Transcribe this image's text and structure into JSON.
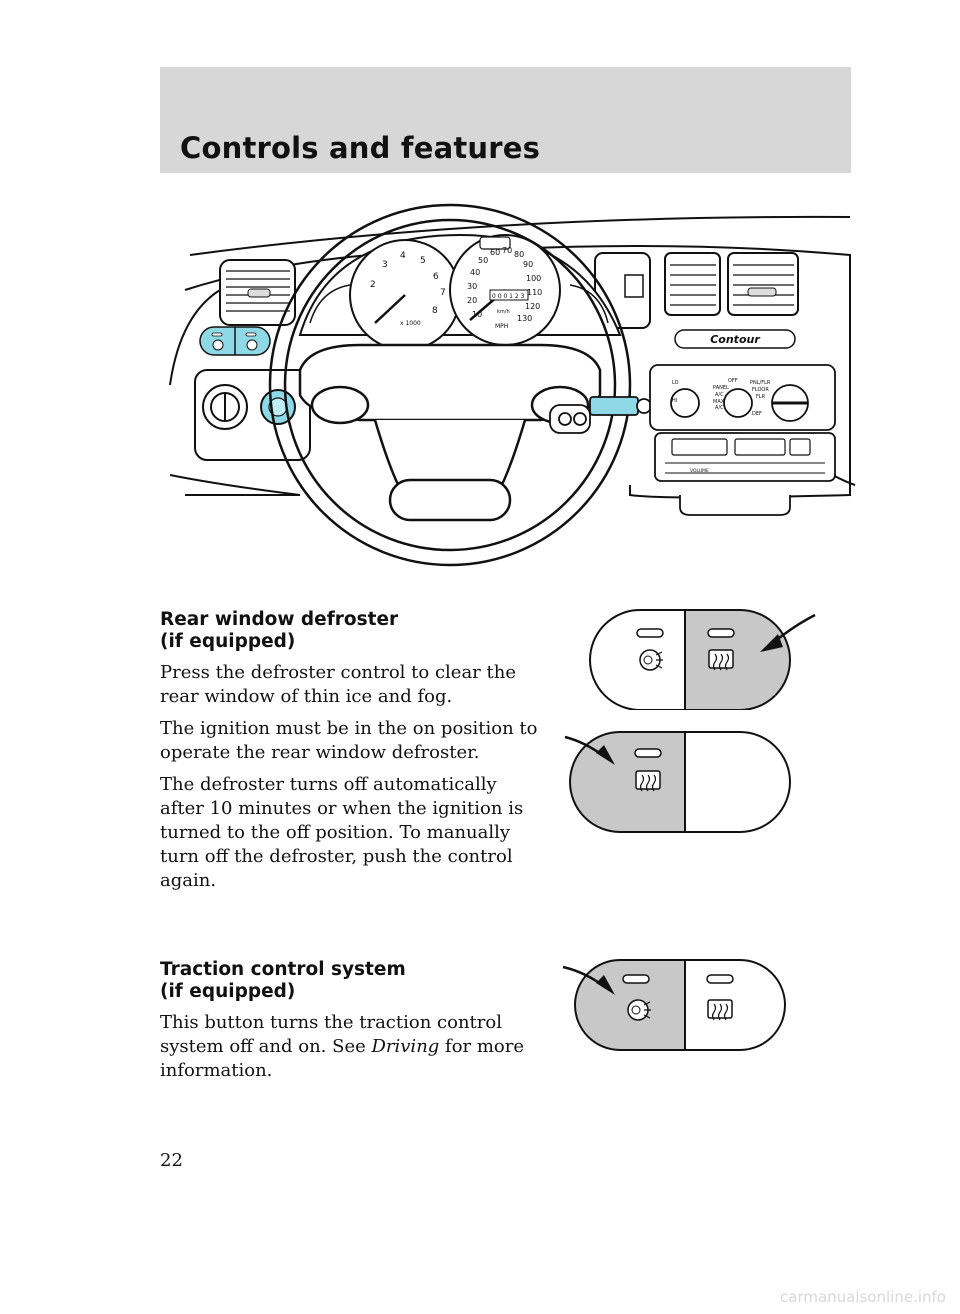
{
  "header": {
    "title": "Controls and features"
  },
  "dashboard": {
    "tach_unit": "x 1000",
    "speed_unit": "MPH",
    "kmh_unit": "km/h",
    "odometer": "0 0 0 1 2 3",
    "badge": "Contour",
    "tach_numbers": [
      "2",
      "3",
      "4",
      "5",
      "6",
      "7",
      "8"
    ],
    "speed_numbers": [
      "10",
      "20",
      "30",
      "40",
      "50",
      "60",
      "70",
      "80",
      "90",
      "100",
      "110",
      "120",
      "130"
    ],
    "climate_labels": {
      "lo": "LO",
      "hi": "HI",
      "off": "OFF",
      "panel": "PANEL",
      "ac": "A/C",
      "max": "MAX",
      "max_ac": "A/C",
      "pnl_flr": "PNL/FLR",
      "floor": "FLOOR",
      "flr": "FLR",
      "def": "DEF"
    },
    "radio_volume": "VOLUME"
  },
  "sections": {
    "defroster": {
      "title_line1": "Rear window defroster",
      "title_line2": "(if equipped)",
      "para1": "Press the defroster control to clear the rear window of thin ice and fog.",
      "para2": "The ignition must be in the on position to operate the rear window defroster.",
      "para3": "The defroster turns off automatically after 10 minutes or when the ignition is turned to the off position. To manually turn off the defroster, push the control again."
    },
    "traction": {
      "title_line1": "Traction control system",
      "title_line2": "(if equipped)",
      "para1_before": "This button turns the traction control system off and on.  See ",
      "para1_italic": "Driving",
      "para1_after": " for more information."
    }
  },
  "page_number": "22",
  "watermark": "carmanualsonline.info",
  "colors": {
    "header_band": "#d7d7d7",
    "highlight_cyan": "#8fd8e6",
    "button_gray": "#c8c8c8"
  }
}
